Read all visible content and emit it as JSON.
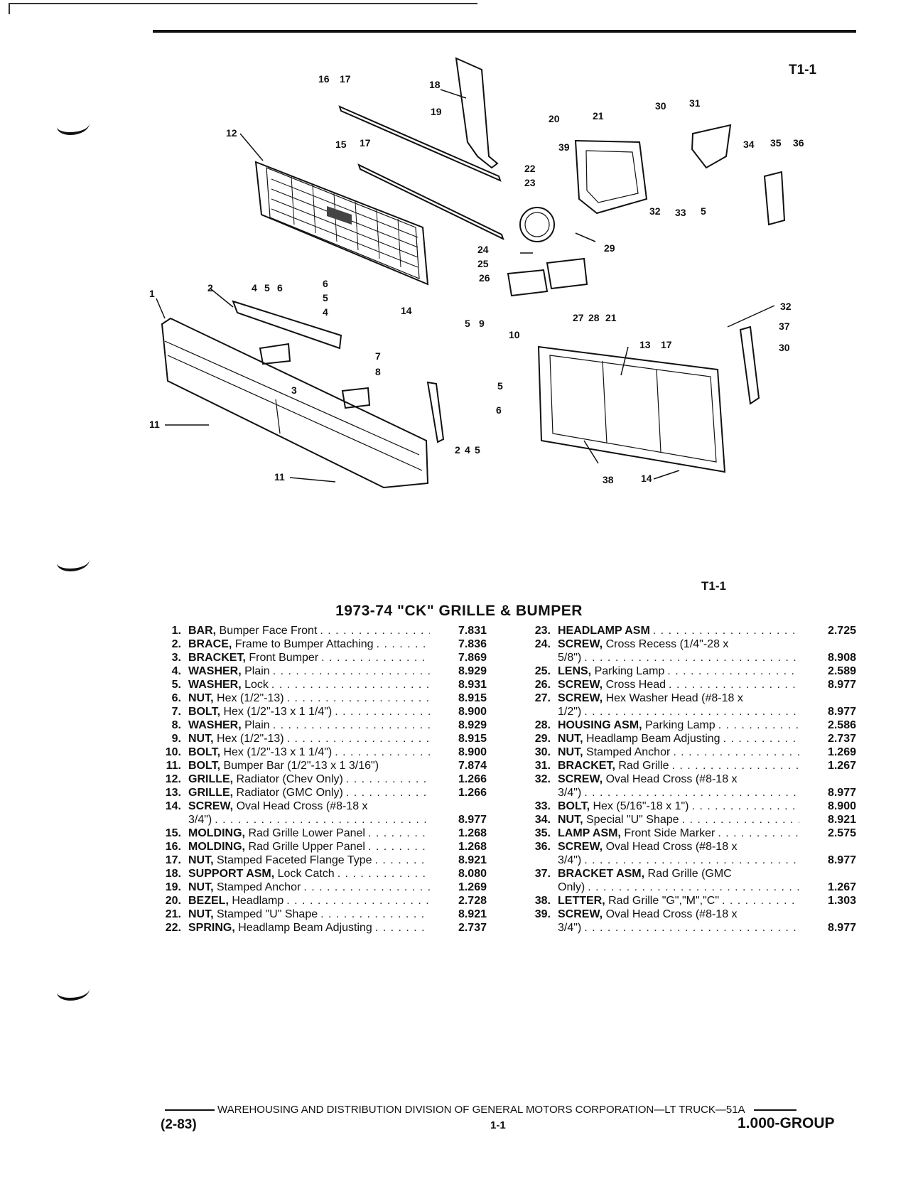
{
  "figure": {
    "label_top": "T1-1",
    "label_bottom": "T1-1",
    "callouts": [
      "1",
      "2",
      "3",
      "4",
      "5",
      "6",
      "7",
      "8",
      "9",
      "10",
      "11",
      "12",
      "13",
      "14",
      "15",
      "16",
      "17",
      "18",
      "19",
      "20",
      "21",
      "22",
      "23",
      "24",
      "25",
      "26",
      "27",
      "28",
      "29",
      "30",
      "31",
      "32",
      "33",
      "34",
      "35",
      "36",
      "37",
      "38",
      "39"
    ]
  },
  "title": "1973-74 \"CK\" GRILLE & BUMPER",
  "parts_left": [
    {
      "num": "1.",
      "lines": [
        {
          "part": "BAR,",
          "text": " Bumper Face Front",
          "dots": true
        }
      ],
      "group": "7.831"
    },
    {
      "num": "2.",
      "lines": [
        {
          "part": "BRACE,",
          "text": " Frame to Bumper Attaching",
          "dots": true
        }
      ],
      "group": "7.836"
    },
    {
      "num": "3.",
      "lines": [
        {
          "part": "BRACKET,",
          "text": " Front Bumper",
          "dots": true
        }
      ],
      "group": "7.869"
    },
    {
      "num": "4.",
      "lines": [
        {
          "part": "WASHER,",
          "text": " Plain",
          "dots": true
        }
      ],
      "group": "8.929"
    },
    {
      "num": "5.",
      "lines": [
        {
          "part": "WASHER,",
          "text": " Lock",
          "dots": true
        }
      ],
      "group": "8.931"
    },
    {
      "num": "6.",
      "lines": [
        {
          "part": "NUT,",
          "text": " Hex (1/2\"-13)",
          "dots": true
        }
      ],
      "group": "8.915"
    },
    {
      "num": "7.",
      "lines": [
        {
          "part": "BOLT,",
          "text": " Hex (1/2\"-13 x 1 1/4\")",
          "dots": true
        }
      ],
      "group": "8.900"
    },
    {
      "num": "8.",
      "lines": [
        {
          "part": "WASHER,",
          "text": " Plain",
          "dots": true
        }
      ],
      "group": "8.929"
    },
    {
      "num": "9.",
      "lines": [
        {
          "part": "NUT,",
          "text": " Hex (1/2\"-13)",
          "dots": true
        }
      ],
      "group": "8.915"
    },
    {
      "num": "10.",
      "lines": [
        {
          "part": "BOLT,",
          "text": " Hex (1/2\"-13 x 1 1/4\")",
          "dots": true
        }
      ],
      "group": "8.900"
    },
    {
      "num": "11.",
      "lines": [
        {
          "part": "BOLT,",
          "text": " Bumper Bar (1/2\"-13 x 1 3/16\")",
          "dots": false
        }
      ],
      "group": "7.874"
    },
    {
      "num": "12.",
      "lines": [
        {
          "part": "GRILLE,",
          "text": " Radiator (Chev Only)",
          "dots": true
        }
      ],
      "group": "1.266"
    },
    {
      "num": "13.",
      "lines": [
        {
          "part": "GRILLE,",
          "text": " Radiator (GMC Only)",
          "dots": true
        }
      ],
      "group": "1.266"
    },
    {
      "num": "14.",
      "lines": [
        {
          "part": "SCREW,",
          "text": " Oval Head Cross (#8-18 x",
          "dots": false
        },
        {
          "part": "",
          "text": "3/4\")",
          "dots": true
        }
      ],
      "group": "8.977"
    },
    {
      "num": "15.",
      "lines": [
        {
          "part": "MOLDING,",
          "text": " Rad Grille Lower Panel",
          "dots": true
        }
      ],
      "group": "1.268"
    },
    {
      "num": "16.",
      "lines": [
        {
          "part": "MOLDING,",
          "text": " Rad Grille Upper Panel",
          "dots": true
        }
      ],
      "group": "1.268"
    },
    {
      "num": "17.",
      "lines": [
        {
          "part": "NUT,",
          "text": " Stamped Faceted Flange Type",
          "dots": true
        }
      ],
      "group": "8.921"
    },
    {
      "num": "18.",
      "lines": [
        {
          "part": "SUPPORT ASM,",
          "text": " Lock Catch",
          "dots": true
        }
      ],
      "group": "8.080"
    },
    {
      "num": "19.",
      "lines": [
        {
          "part": "NUT,",
          "text": " Stamped Anchor",
          "dots": true
        }
      ],
      "group": "1.269"
    },
    {
      "num": "20.",
      "lines": [
        {
          "part": "BEZEL,",
          "text": " Headlamp",
          "dots": true
        }
      ],
      "group": "2.728"
    },
    {
      "num": "21.",
      "lines": [
        {
          "part": "NUT,",
          "text": " Stamped \"U\" Shape",
          "dots": true
        }
      ],
      "group": "8.921"
    },
    {
      "num": "22.",
      "lines": [
        {
          "part": "SPRING,",
          "text": " Headlamp Beam Adjusting",
          "dots": true
        }
      ],
      "group": "2.737"
    }
  ],
  "parts_right": [
    {
      "num": "23.",
      "lines": [
        {
          "part": "HEADLAMP ASM",
          "text": "",
          "dots": true
        }
      ],
      "group": "2.725"
    },
    {
      "num": "24.",
      "lines": [
        {
          "part": "SCREW,",
          "text": " Cross Recess (1/4\"-28 x",
          "dots": false
        },
        {
          "part": "",
          "text": "5/8\")",
          "dots": true
        }
      ],
      "group": "8.908"
    },
    {
      "num": "25.",
      "lines": [
        {
          "part": "LENS,",
          "text": " Parking Lamp",
          "dots": true
        }
      ],
      "group": "2.589"
    },
    {
      "num": "26.",
      "lines": [
        {
          "part": "SCREW,",
          "text": " Cross Head",
          "dots": true
        }
      ],
      "group": "8.977"
    },
    {
      "num": "27.",
      "lines": [
        {
          "part": "SCREW,",
          "text": " Hex Washer Head (#8-18 x",
          "dots": false
        },
        {
          "part": "",
          "text": "1/2\")",
          "dots": true
        }
      ],
      "group": "8.977"
    },
    {
      "num": "28.",
      "lines": [
        {
          "part": "HOUSING ASM,",
          "text": " Parking Lamp",
          "dots": true
        }
      ],
      "group": "2.586"
    },
    {
      "num": "29.",
      "lines": [
        {
          "part": "NUT,",
          "text": " Headlamp Beam Adjusting",
          "dots": true
        }
      ],
      "group": "2.737"
    },
    {
      "num": "30.",
      "lines": [
        {
          "part": "NUT,",
          "text": " Stamped Anchor",
          "dots": true
        }
      ],
      "group": "1.269"
    },
    {
      "num": "31.",
      "lines": [
        {
          "part": "BRACKET,",
          "text": " Rad Grille",
          "dots": true
        }
      ],
      "group": "1.267"
    },
    {
      "num": "32.",
      "lines": [
        {
          "part": "SCREW,",
          "text": " Oval Head Cross (#8-18 x",
          "dots": false
        },
        {
          "part": "",
          "text": "3/4\")",
          "dots": true
        }
      ],
      "group": "8.977"
    },
    {
      "num": "33.",
      "lines": [
        {
          "part": "BOLT,",
          "text": " Hex (5/16\"-18 x 1\")",
          "dots": true
        }
      ],
      "group": "8.900"
    },
    {
      "num": "34.",
      "lines": [
        {
          "part": "NUT,",
          "text": " Special \"U\" Shape",
          "dots": true
        }
      ],
      "group": "8.921"
    },
    {
      "num": "35.",
      "lines": [
        {
          "part": "LAMP ASM,",
          "text": " Front Side Marker",
          "dots": true
        }
      ],
      "group": "2.575"
    },
    {
      "num": "36.",
      "lines": [
        {
          "part": "SCREW,",
          "text": " Oval Head Cross (#8-18 x",
          "dots": false
        },
        {
          "part": "",
          "text": "3/4\")",
          "dots": true
        }
      ],
      "group": "8.977"
    },
    {
      "num": "37.",
      "lines": [
        {
          "part": "BRACKET ASM,",
          "text": " Rad Grille (GMC",
          "dots": false
        },
        {
          "part": "",
          "text": "Only)",
          "dots": true
        }
      ],
      "group": "1.267"
    },
    {
      "num": "38.",
      "lines": [
        {
          "part": "LETTER,",
          "text": " Rad Grille \"G\",\"M\",\"C\"",
          "dots": true
        }
      ],
      "group": "1.303"
    },
    {
      "num": "39.",
      "lines": [
        {
          "part": "SCREW,",
          "text": " Oval Head Cross (#8-18 x",
          "dots": false
        },
        {
          "part": "",
          "text": "3/4\")",
          "dots": true
        }
      ],
      "group": "8.977"
    }
  ],
  "footer": {
    "publisher": "WAREHOUSING AND DISTRIBUTION  DIVISION OF GENERAL MOTORS CORPORATION—LT TRUCK—51A",
    "date": "(2-83)",
    "page": "1-1",
    "group": "1.000-GROUP"
  }
}
